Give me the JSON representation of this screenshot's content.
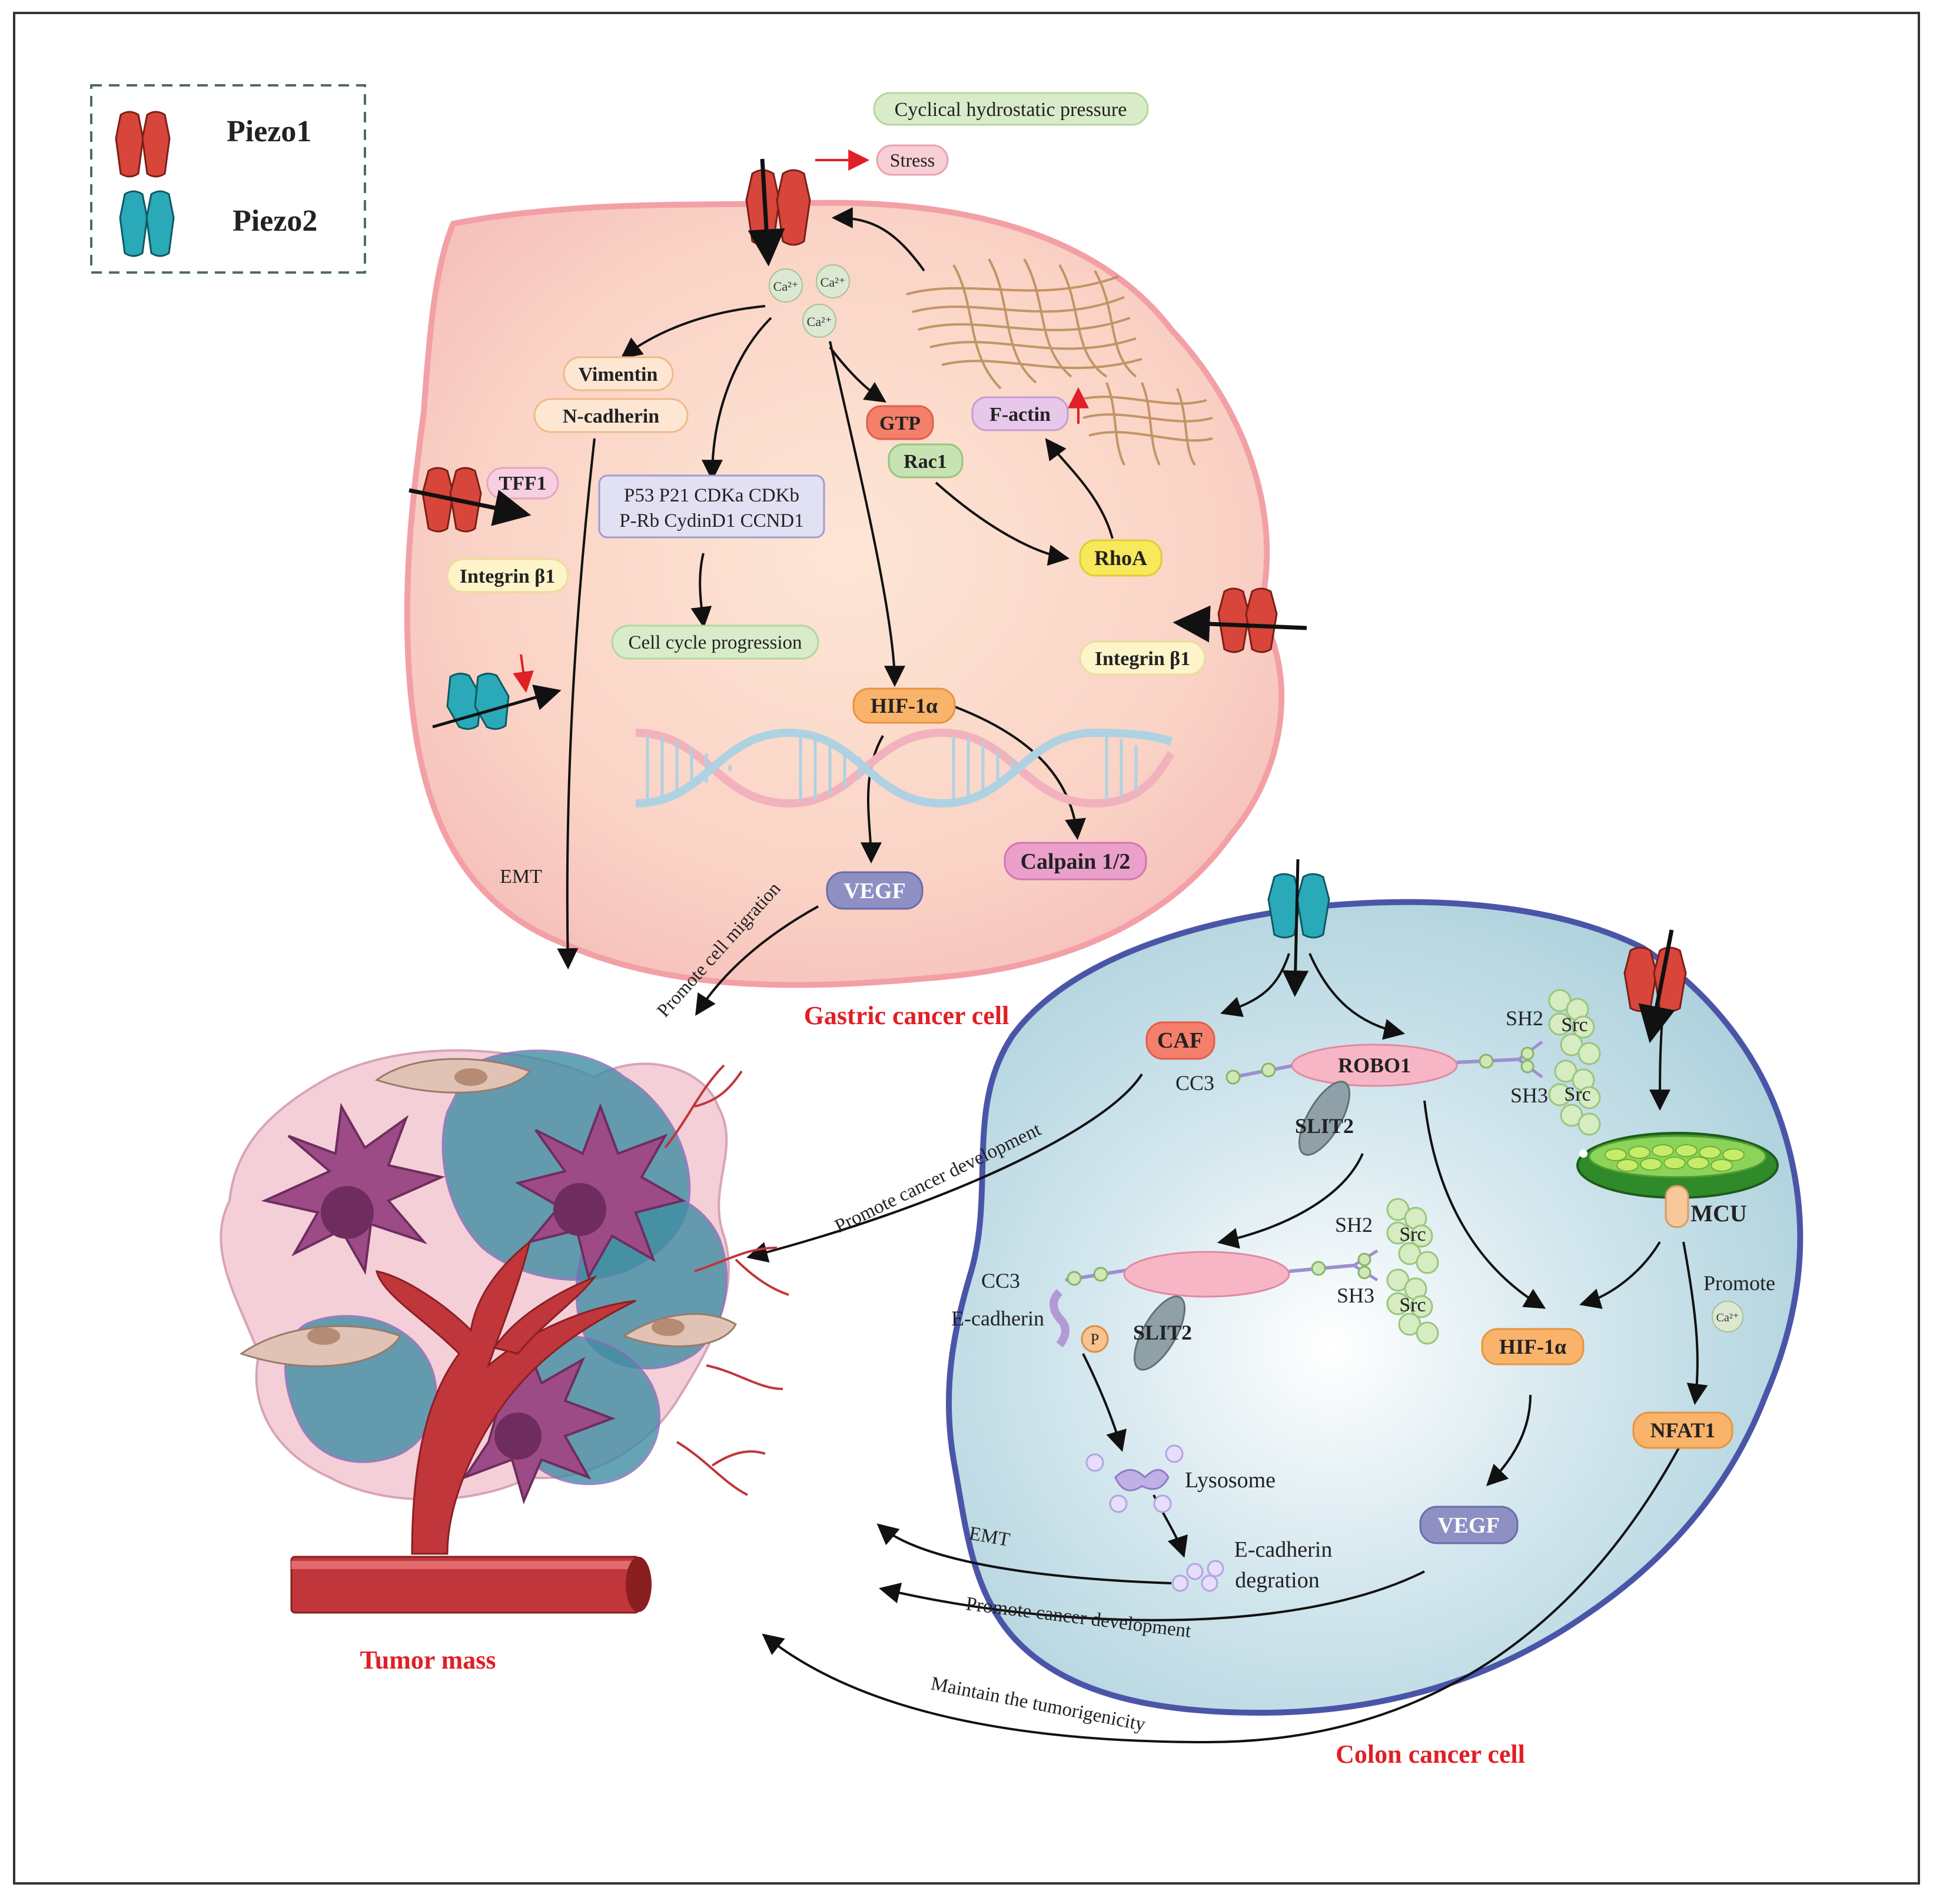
{
  "legend": {
    "piezo1": "Piezo1",
    "piezo2": "Piezo2"
  },
  "gastric": {
    "cyclical_pressure": "Cyclical hydrostatic pressure",
    "stress": "Stress",
    "ca1": "Ca²⁺",
    "ca2": "Ca²⁺",
    "ca3": "Ca²⁺",
    "vimentin": "Vimentin",
    "n_cadherin": "N-cadherin",
    "tff1": "TFF1",
    "integrin_left": "Integrin β1",
    "integrin_right": "Integrin β1",
    "p53_line1": "P53 P21 CDKa CDKb",
    "p53_line2": "P-Rb CydinD1 CCND1",
    "cell_cycle": "Cell cycle progression",
    "gtp": "GTP",
    "rac1": "Rac1",
    "f_actin": "F-actin",
    "rhoa": "RhoA",
    "hif": "HIF-1α",
    "vegf": "VEGF",
    "calpain": "Calpain 1/2",
    "emt": "EMT",
    "promote_migration": "Promote cell migration",
    "title": "Gastric cancer cell"
  },
  "colon": {
    "caf": "CAF",
    "robo1": "ROBO1",
    "cc3_top": "CC3",
    "slit2_top": "SLIT2",
    "sh2_top": "SH2",
    "sh3_top": "SH3",
    "src1": "Src",
    "src2": "Src",
    "src3": "Src",
    "src4": "Src",
    "sh2_mid": "SH2",
    "sh3_mid": "SH3",
    "cc3_mid": "CC3",
    "e_cadherin": "E-cadherin",
    "p": "P",
    "slit2_mid": "SLIT2",
    "mcu": "MCU",
    "promote": "Promote",
    "ca": "Ca²⁺",
    "hif": "HIF-1α",
    "nfat1": "NFAT1",
    "vegf": "VEGF",
    "lysosome": "Lysosome",
    "ecad_deg1": "E-cadherin",
    "ecad_deg2": "degration",
    "title": "Colon cancer cell"
  },
  "arrows": {
    "promote_cancer_dev_top": "Promote cancer development",
    "emt": "EMT",
    "promote_cancer_dev_bottom": "Promote cancer development",
    "maintain": "Maintain the tumorigenicity"
  },
  "tumor": {
    "title": "Tumor mass"
  },
  "colors": {
    "piezo1": "#d8453a",
    "piezo2": "#2aa9b8",
    "label_red": "#e01f26",
    "gastric_membrane": "#f2a0a6",
    "colon_membrane": "#4b55a8"
  }
}
